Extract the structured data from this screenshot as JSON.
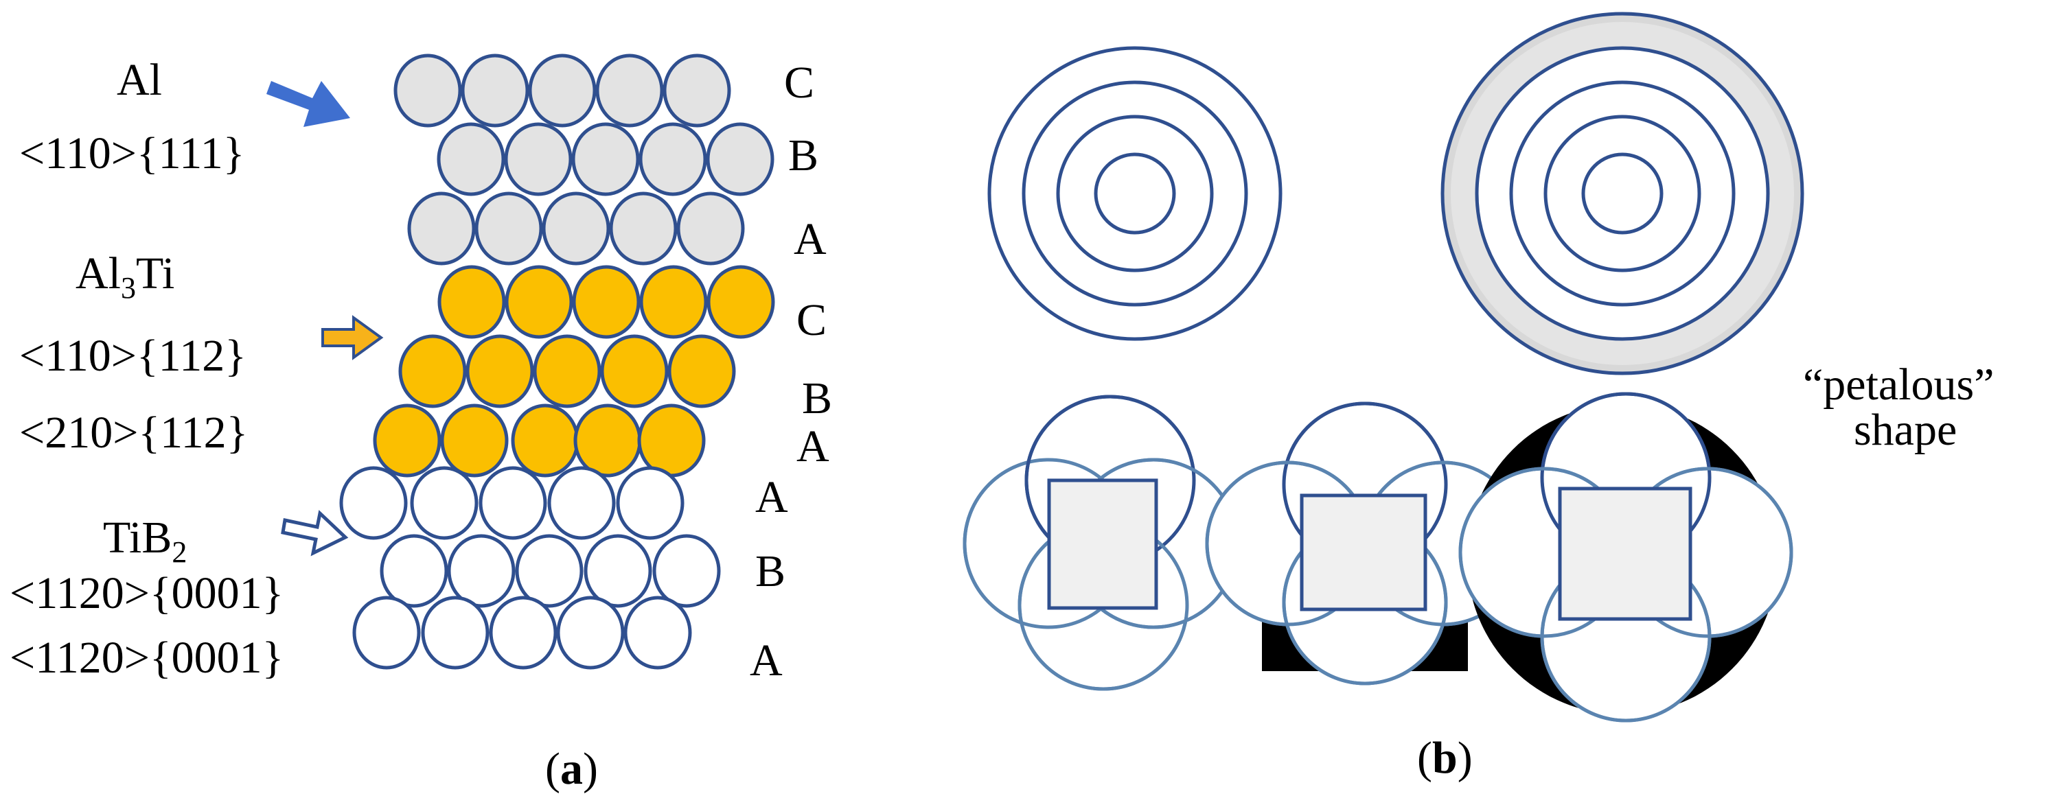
{
  "panel_a": {
    "label": {
      "open": "(",
      "letter": "a",
      "close": ")"
    },
    "materials": {
      "al": {
        "name": "Al",
        "orientation": "<110>{111}",
        "layers": [
          "C",
          "B",
          "A"
        ]
      },
      "al3ti": {
        "name_base": "Al",
        "name_sub": "3",
        "name_tail": "Ti",
        "orientations": [
          "<110>{112}",
          "<210>{112}"
        ],
        "layers": [
          "C",
          "B",
          "A"
        ]
      },
      "tib2": {
        "name_base": "TiB",
        "name_sub": "2",
        "orientations": [
          "<1120>{0001}",
          "<1120>{0001}"
        ],
        "layers": [
          "A",
          "B",
          "A"
        ]
      }
    }
  },
  "panel_b": {
    "label": {
      "open": "(",
      "letter": "b",
      "close": ")"
    },
    "petal_caption_line1": "“petalous”",
    "petal_caption_line2": "shape"
  },
  "colors": {
    "outline": "#2f4f8f",
    "al_fill": "#e3e3e3",
    "al3ti_fill": "#fbbf00",
    "tib2_fill": "#ffffff",
    "petal_outline": "#5a84b0",
    "square_fill": "#f0f0f0",
    "dark": "#000000",
    "arrow_blue": "#3f6fcf",
    "arrow_orange": "#f7b21a"
  }
}
